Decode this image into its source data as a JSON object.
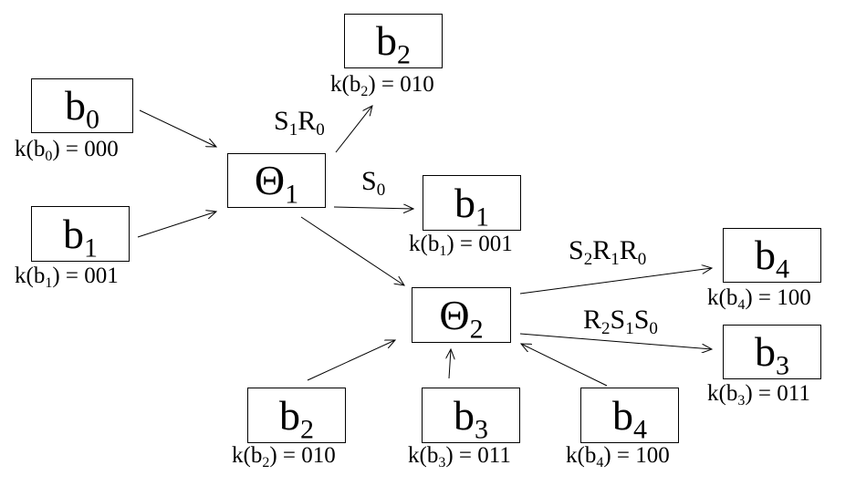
{
  "nodes": [
    {
      "id": "b0_top",
      "base": "b",
      "sub": "0",
      "caption_pre": "k(b",
      "caption_sub": "0",
      "caption_post": ") = 000"
    },
    {
      "id": "b1_left",
      "base": "b",
      "sub": "1",
      "caption_pre": "k(b",
      "caption_sub": "1",
      "caption_post": ") = 001"
    },
    {
      "id": "b2_top",
      "base": "b",
      "sub": "2",
      "caption_pre": "k(b",
      "caption_sub": "2",
      "caption_post": ") = 010"
    },
    {
      "id": "theta1",
      "base": "Θ",
      "sub": "1"
    },
    {
      "id": "b1_mid",
      "base": "b",
      "sub": "1",
      "caption_pre": "k(b",
      "caption_sub": "1",
      "caption_post": ") = 001"
    },
    {
      "id": "theta2",
      "base": "Θ",
      "sub": "2"
    },
    {
      "id": "b4_right",
      "base": "b",
      "sub": "4",
      "caption_pre": "k(b",
      "caption_sub": "4",
      "caption_post": ") = 100"
    },
    {
      "id": "b3_right",
      "base": "b",
      "sub": "3",
      "caption_pre": "k(b",
      "caption_sub": "3",
      "caption_post": ") = 011"
    },
    {
      "id": "b2_bot",
      "base": "b",
      "sub": "2",
      "caption_pre": "k(b",
      "caption_sub": "2",
      "caption_post": ") = 010"
    },
    {
      "id": "b3_bot",
      "base": "b",
      "sub": "3",
      "caption_pre": "k(b",
      "caption_sub": "3",
      "caption_post": ") = 011"
    },
    {
      "id": "b4_bot",
      "base": "b",
      "sub": "4",
      "caption_pre": "k(b",
      "caption_sub": "4",
      "caption_post": ") = 100"
    }
  ],
  "edge_labels": [
    {
      "id": "s1r0",
      "parts": [
        [
          "S",
          "1"
        ],
        [
          "R",
          "0"
        ]
      ]
    },
    {
      "id": "s0",
      "parts": [
        [
          "S",
          "0"
        ]
      ]
    },
    {
      "id": "s2r1r0",
      "parts": [
        [
          "S",
          "2"
        ],
        [
          "R",
          "1"
        ],
        [
          "R",
          "0"
        ]
      ]
    },
    {
      "id": "r2s1s0",
      "parts": [
        [
          "R",
          "2"
        ],
        [
          "S",
          "1"
        ],
        [
          "S",
          "0"
        ]
      ]
    }
  ]
}
